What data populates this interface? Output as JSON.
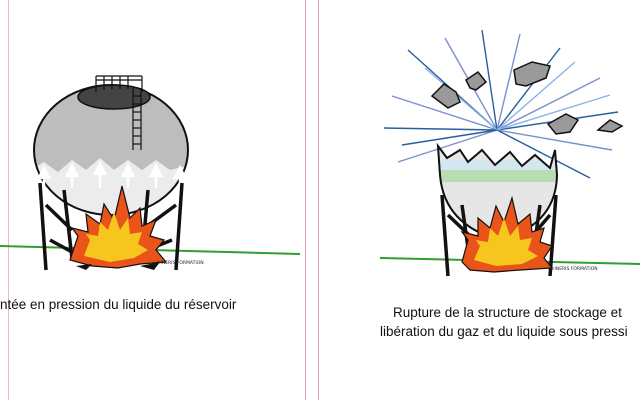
{
  "left_panel": {
    "caption": "ntée en pression du liquide du réservoir",
    "credit": "©INERIS FORMATION"
  },
  "right_panel": {
    "caption_line1": "Rupture de la structure de stockage et",
    "caption_line2": "libération du gaz et du liquide sous pressi",
    "credit": "©INERIS FORMATION"
  },
  "colors": {
    "divider": "#d9a0b8",
    "ground": "#2e9e2e",
    "tank_gas": "#bdbdbd",
    "tank_liquid": "#e8e8e8",
    "flame_outer": "#e8541a",
    "flame_inner": "#f6c51e",
    "blast_rays": "#2a5d9e"
  }
}
